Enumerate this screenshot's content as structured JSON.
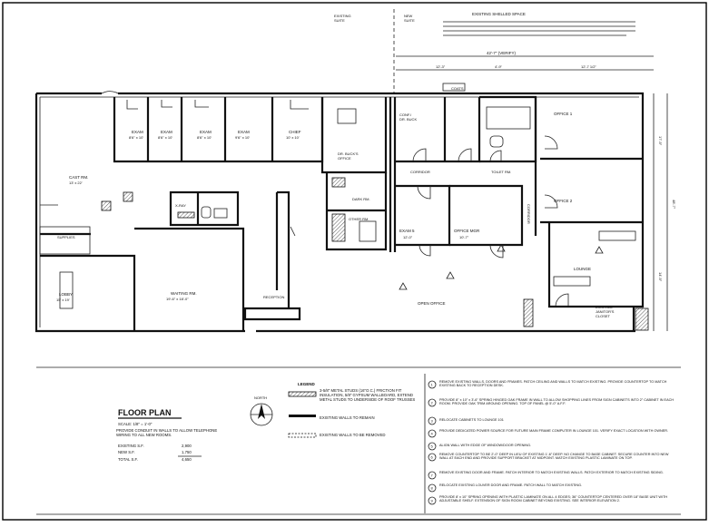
{
  "header": {
    "existing_suite": "EXISTING\nSUITE",
    "new_suite": "NEW\nSUITE",
    "shelled_space": "EXISTING SHELLED SPACE",
    "overall_dim": "42'-7\" (VERIFY)"
  },
  "rooms": [
    {
      "id": "exam1",
      "label": "EXAM",
      "size": "8'6\" x 10'"
    },
    {
      "id": "exam2",
      "label": "EXAM",
      "size": "8'6\" x 10'"
    },
    {
      "id": "exam3",
      "label": "EXAM",
      "size": "8'6\" x 10'"
    },
    {
      "id": "exam4",
      "label": "EXAM",
      "size": "9'6\" x 10'"
    },
    {
      "id": "chief",
      "label": "CHIEF",
      "size": "10' x 10'"
    },
    {
      "id": "drbuck",
      "label": "DR. BUCK'S\nOFFICE",
      "size": ""
    },
    {
      "id": "cast",
      "label": "CAST RM.",
      "size": "13' x 22'"
    },
    {
      "id": "xray",
      "label": "X-RAY",
      "size": ""
    },
    {
      "id": "supplies",
      "label": "SUPPLIES",
      "size": ""
    },
    {
      "id": "waiting",
      "label": "WAITING RM.",
      "size": "19'-6\" x 18'-0\""
    },
    {
      "id": "lobby",
      "label": "LOBBY",
      "size": "15' x 19'"
    },
    {
      "id": "reception",
      "label": "RECEPTION",
      "size": ""
    },
    {
      "id": "darkrm",
      "label": "DARK RM.",
      "size": ""
    },
    {
      "id": "otherrm",
      "label": "OTHER RM.",
      "size": ""
    },
    {
      "id": "coats",
      "label": "COATS",
      "size": ""
    },
    {
      "id": "conf",
      "label": "CONF./\nDR. BUCK",
      "size": ""
    },
    {
      "id": "office1",
      "label": "OFFICE 1",
      "size": ""
    },
    {
      "id": "office2",
      "label": "OFFICE 2",
      "size": ""
    },
    {
      "id": "corridor1",
      "label": "CORRIDOR",
      "size": ""
    },
    {
      "id": "corridor2",
      "label": "CORRIDOR",
      "size": ""
    },
    {
      "id": "toilet",
      "label": "TOILET RM.",
      "size": ""
    },
    {
      "id": "exam5",
      "label": "EXAM 5",
      "size": "12'-0\""
    },
    {
      "id": "officemgr",
      "label": "OFFICE MGR",
      "size": "10'-7\""
    },
    {
      "id": "lounge",
      "label": "LOUNGE",
      "size": ""
    },
    {
      "id": "open",
      "label": "OPEN OFFICE",
      "size": ""
    },
    {
      "id": "janitor",
      "label": "EXISTING\nJANITOR'S\nCLOSET",
      "size": ""
    }
  ],
  "legend": {
    "title": "LEGEND",
    "item1": "3-5/8\" METAL STUDS (16\"O.C.) FRICTION FIT INSULATION, 5/8\" GYPSUM WALLBOARD, EXTEND METAL STUDS TO UNDERSIDE OF ROOF TRUSSES",
    "item2": "EXISTING WALLS TO REMAIN",
    "item3": "EXISTING WALLS TO BE REMOVED"
  },
  "floor_plan": {
    "title": "FLOOR PLAN",
    "scale": "SCALE: 1/8\" = 1'-0\"",
    "note": "PROVIDE CONDUIT IN WALLS TO ALLOW TELEPHONE WIRING TO ALL NEW ROOMS.",
    "existing_label": "EXISTING S.F.",
    "existing_value": "2,900",
    "new_label": "NEW S.F.",
    "new_value": "1,750",
    "total_label": "TOTAL S.F.",
    "total_value": "4,650",
    "north": "NORTH"
  },
  "notes": [
    {
      "n": "1",
      "text": "REMOVE EXISTING WALLS, DOORS AND FRAMES. PATCH CEILING AND WALLS TO MATCH EXISTING. PROVIDE COUNTERTOP TO MATCH EXISTING BACK TO RECEPTION DESK."
    },
    {
      "n": "2",
      "text": "PROVIDE 8\" x 10\" x 3'-6\" SPRING HINGED OAK FRAME IN WALL TO ALLOW SHOPPING LINES FROM SIGN CABINETS INTO 2\" CABINET IN EACH ROOM. PROVIDE OAK TRIM AROUND OPENING. TOP OF PANEL @ 5'-0\" A.F.F."
    },
    {
      "n": "3",
      "text": "RELOCATE CABINETS TO LOUNGE 101"
    },
    {
      "n": "4",
      "text": "PROVIDE DEDICATED POWER SOURCE FOR FUTURE MAIN FRAME COMPUTER IN LOUNGE 101. VERIFY EXACT LOCATION WITH OWNER."
    },
    {
      "n": "5",
      "text": "ALIGN WALL WITH EDGE OF WINDOW/DOOR OPENING."
    },
    {
      "n": "6",
      "text": "REMOVE COUNTERTOP TO BE 2'-0\" DEEP IN LIEU OF EXISTING 1'-6\" DEEP. NO CHANGE TO BASE CABINET. SECURE COUNTER INTO NEW WALL AT EACH END AND PROVIDE SUPPORT BRACKET AT MIDPOINT. MATCH EXISTING PLASTIC LAMINATE ON TOP."
    },
    {
      "n": "7",
      "text": "REMOVE EXISTING DOOR AND FRAME. PATCH INTERIOR TO MATCH EXISTING WALLS. PATCH EXTERIOR TO MATCH EXISTING SIDING."
    },
    {
      "n": "8",
      "text": "RELOCATE EXISTING LOUVER DOOR AND FRAME. PATCH WALL TO MATCH EXISTING."
    },
    {
      "n": "9",
      "text": "PROVIDE 8' x 10\" SPRING OPENING WITH PLASTIC LAMINATE ON ALL 4 EDGES; 36\" COUNTERTOP CENTERED OVER 18\" BASE UNIT WITH ADJUSTABLE SHELF. EXTENSION OF SIGN ROOM CABINET BEYOND EXISTING. SEE INTERIOR ELEVATION 2."
    }
  ]
}
